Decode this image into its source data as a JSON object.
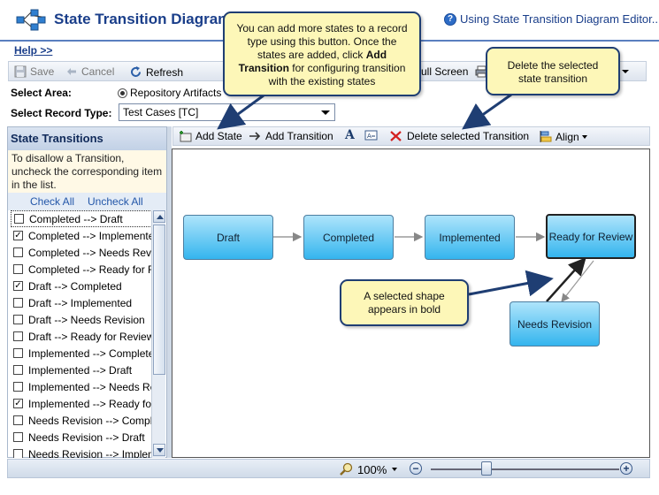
{
  "header": {
    "title": "State Transition Diagram",
    "help_top": "Using State Transition Diagram Editor...",
    "help_link": "Help >>"
  },
  "toolbar": {
    "save": "Save",
    "cancel": "Cancel",
    "refresh": "Refresh",
    "full_screen": "ull Screen"
  },
  "filters": {
    "select_area_label": "Select Area:",
    "area_option": "Repository Artifacts",
    "select_record_label": "Select Record Type:",
    "record_type_value": "Test Cases [TC]"
  },
  "left_panel": {
    "title": "State Transitions",
    "note": "To disallow a Transition, uncheck the corresponding item in the list.",
    "check_all": "Check All",
    "uncheck_all": "Uncheck All",
    "items": [
      {
        "label": "Completed --> Draft",
        "checked": false
      },
      {
        "label": "Completed --> Implemented",
        "checked": true
      },
      {
        "label": "Completed --> Needs Revision",
        "checked": false
      },
      {
        "label": "Completed --> Ready for Review",
        "checked": false
      },
      {
        "label": "Draft --> Completed",
        "checked": true
      },
      {
        "label": "Draft --> Implemented",
        "checked": false
      },
      {
        "label": "Draft --> Needs Revision",
        "checked": false
      },
      {
        "label": "Draft --> Ready for Review",
        "checked": false
      },
      {
        "label": "Implemented --> Completed",
        "checked": false
      },
      {
        "label": "Implemented --> Draft",
        "checked": false
      },
      {
        "label": "Implemented --> Needs Revision",
        "checked": false
      },
      {
        "label": "Implemented --> Ready for Review",
        "checked": true
      },
      {
        "label": "Needs Revision --> Completed",
        "checked": false
      },
      {
        "label": "Needs Revision --> Draft",
        "checked": false
      },
      {
        "label": "Needs Revision --> Implemented",
        "checked": false
      }
    ]
  },
  "diagram_toolbar": {
    "add_state": "Add State",
    "add_transition": "Add Transition",
    "delete_transition": "Delete selected Transition",
    "align": "Align"
  },
  "states": {
    "draft": "Draft",
    "completed": "Completed",
    "implemented": "Implemented",
    "ready_for_review": "Ready for Review",
    "needs_revision": "Needs Revision"
  },
  "status_bar": {
    "zoom": "100%"
  },
  "callouts": {
    "add_state_text_1": "You can add more states to a record type using this button. Once the states are added, click",
    "add_state_bold": "Add Transition",
    "add_state_text_2": "for configuring transition with the existing states",
    "delete_text": "Delete the selected state transition",
    "selected_text": "A selected shape appears in bold"
  },
  "colors": {
    "title_blue": "#1a3e8a",
    "state_fill_top": "#aee4fb",
    "state_fill_bottom": "#34b5ee",
    "callout_fill": "#fdf7b8",
    "callout_border": "#1f3e73",
    "delete_red": "#d42020"
  }
}
